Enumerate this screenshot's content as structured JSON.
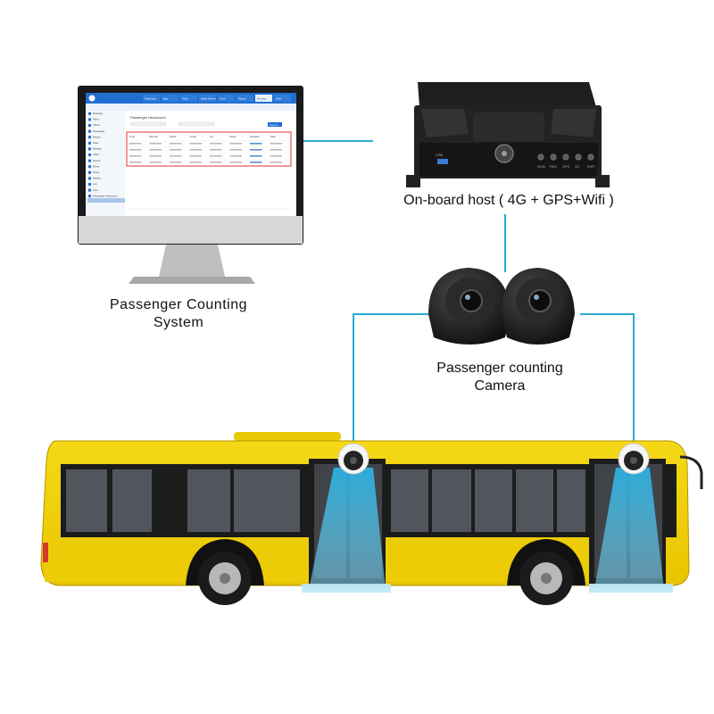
{
  "labels": {
    "host": "On-board host ( 4G + GPS+Wifi )",
    "pcs_line1": "Passenger Counting",
    "pcs_line2": "System",
    "camera_line1": "Passenger counting",
    "camera_line2": "Camera"
  },
  "monitor_ui": {
    "tabs": [
      "Dashboard",
      "Map",
      "Video",
      "Safety Monitor",
      "Track",
      "Record",
      "Message",
      "Other"
    ],
    "page_title": "Passenger Headcount",
    "search_button": "Search",
    "table_headers": [
      "Time",
      "Bus No.",
      "Route",
      "Count",
      "Up",
      "Down",
      "Location",
      "Total"
    ],
    "sidebar_items": [
      "Message",
      "Alarm",
      "Status",
      "Passenger",
      "Report",
      "Fleet",
      "Mileage",
      "Video",
      "Device",
      "Driver",
      "Route",
      "Setting",
      "Log",
      "Fuel",
      "Passenger Headcount"
    ]
  },
  "device_ports": [
    "USB",
    "RUN",
    "REC",
    "GPS",
    "4G",
    "WIFI"
  ],
  "colors": {
    "connector": "#2aa9d6",
    "bus_body": "#f1d00a",
    "beam": "#2ab0e0",
    "highlight_box": "#e03030",
    "monitor_frame": "#1a1a1a",
    "ui_accent": "#1f6fd1"
  }
}
